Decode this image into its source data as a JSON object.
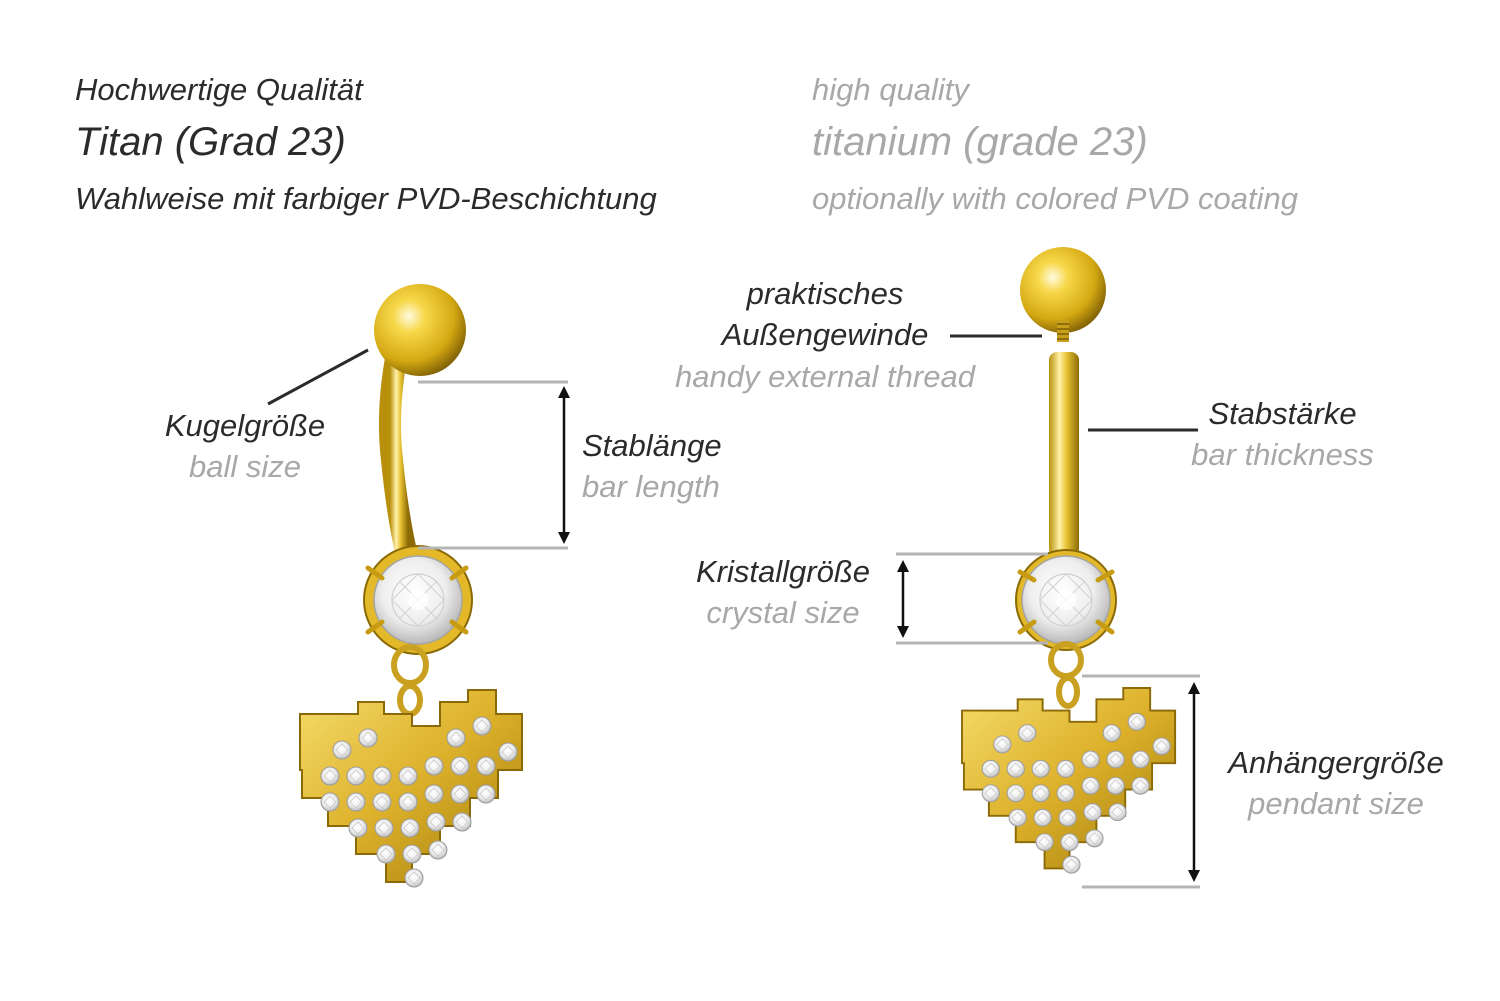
{
  "header": {
    "de": {
      "line1": "Hochwertige Qualität",
      "line2": "Titan (Grad 23)",
      "line3": "Wahlweise mit farbiger PVD-Beschichtung"
    },
    "en": {
      "line1": "high quality",
      "line2": "titanium (grade 23)",
      "line3": "optionally with colored PVD coating"
    }
  },
  "labels": {
    "ball_size": {
      "de": "Kugelgröße",
      "en": "ball size"
    },
    "bar_length": {
      "de": "Stablänge",
      "en": "bar length"
    },
    "thread": {
      "de_line1": "praktisches",
      "de_line2": "Außengewinde",
      "en": "handy external thread"
    },
    "bar_thickness": {
      "de": "Stabstärke",
      "en": "bar thickness"
    },
    "crystal_size": {
      "de": "Kristallgröße",
      "en": "crystal size"
    },
    "pendant_size": {
      "de": "Anhängergröße",
      "en": "pendant size"
    }
  },
  "colors": {
    "gold_light": "#fff0a0",
    "gold_mid": "#e9c233",
    "gold_dark": "#9a7a0a",
    "dark_text": "#2b2b2b",
    "light_text": "#a8a8a8",
    "guide_line": "#b5b5b5"
  }
}
